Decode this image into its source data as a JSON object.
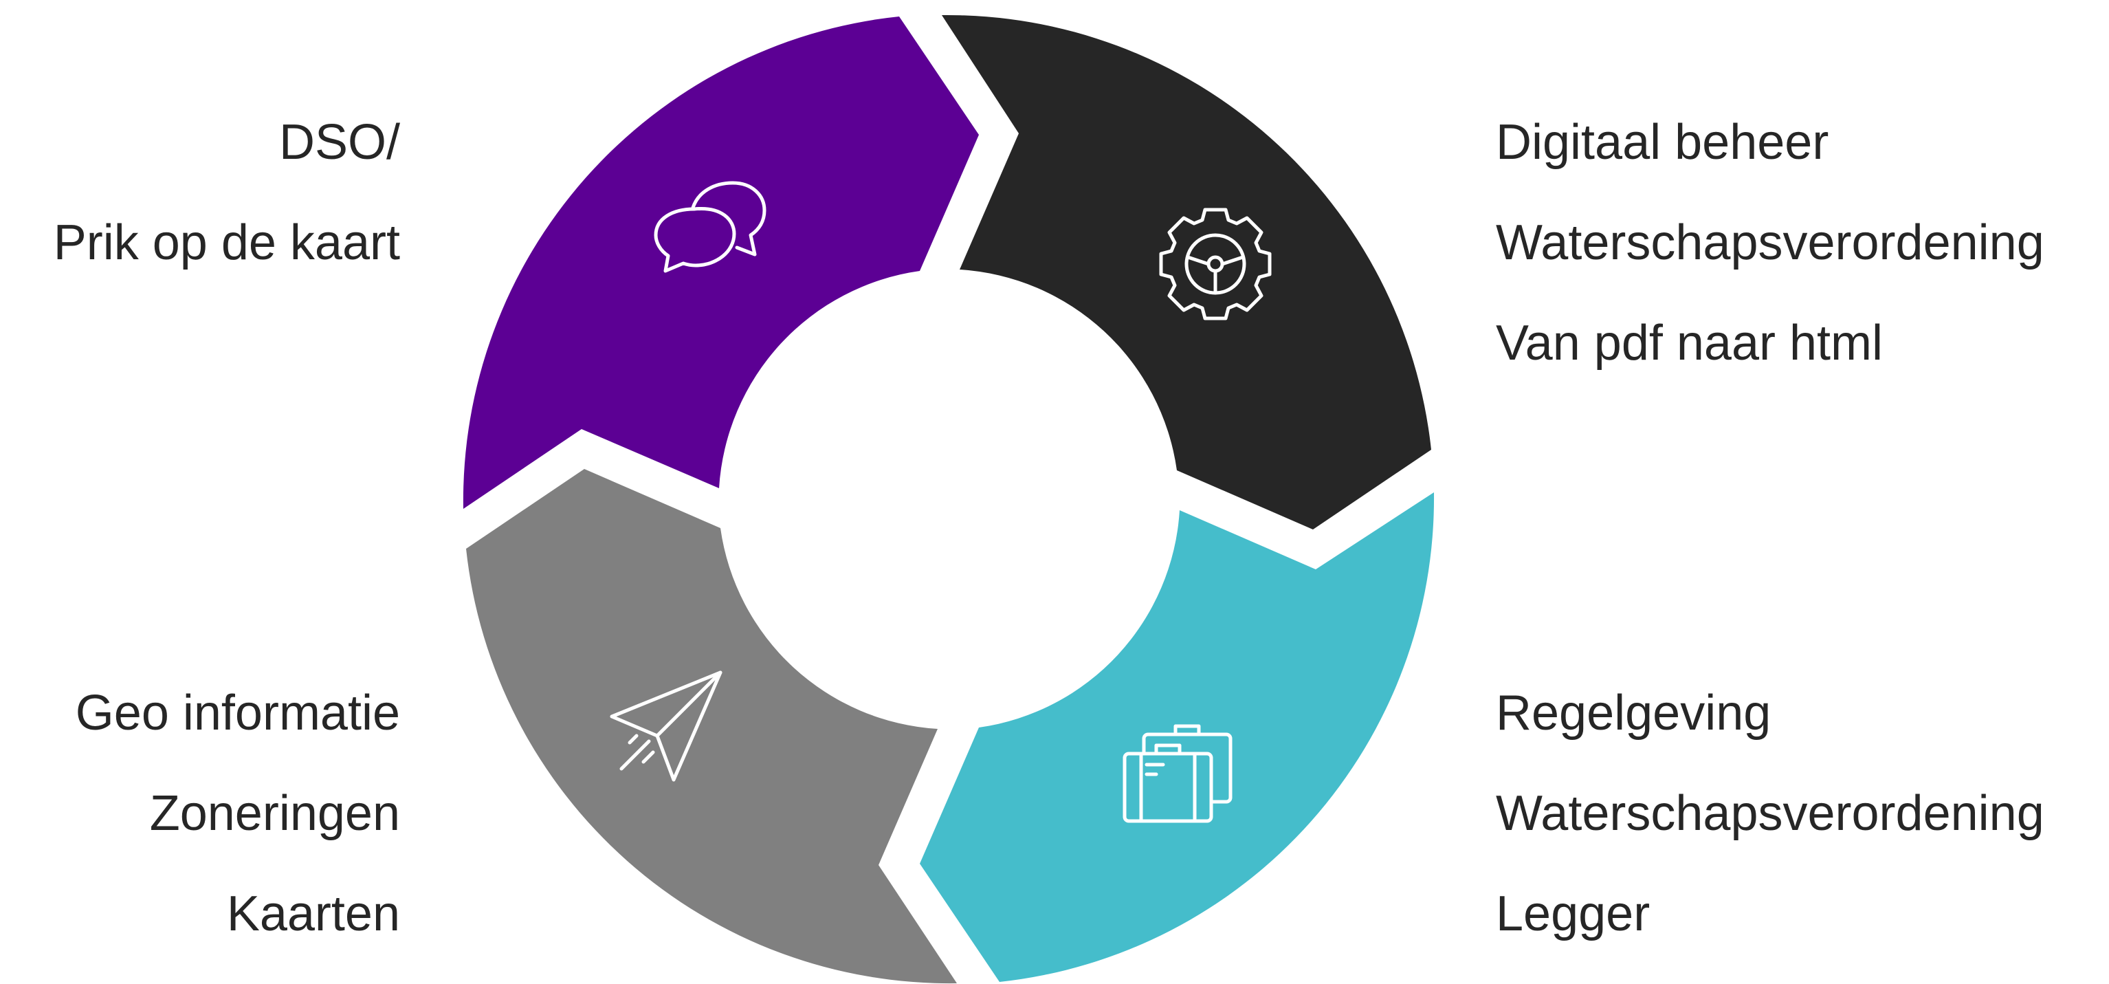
{
  "segments": [
    {
      "id": "top-left",
      "color": "#5c0094",
      "icon": "chat-bubbles-icon",
      "labels": [
        "DSO/",
        "Prik op de kaart"
      ]
    },
    {
      "id": "top-right",
      "color": "#262626",
      "icon": "gear-icon",
      "labels": [
        "Digitaal beheer",
        "Waterschapsverordening",
        "Van pdf naar html"
      ]
    },
    {
      "id": "bottom-right",
      "color": "#45bdcb",
      "icon": "suitcases-icon",
      "labels": [
        "Regelgeving",
        "Waterschapsverordening",
        "Legger"
      ]
    },
    {
      "id": "bottom-left",
      "color": "#808080",
      "icon": "paper-plane-icon",
      "labels": [
        "Geo informatie",
        "Zoneringen",
        "Kaarten"
      ]
    }
  ]
}
